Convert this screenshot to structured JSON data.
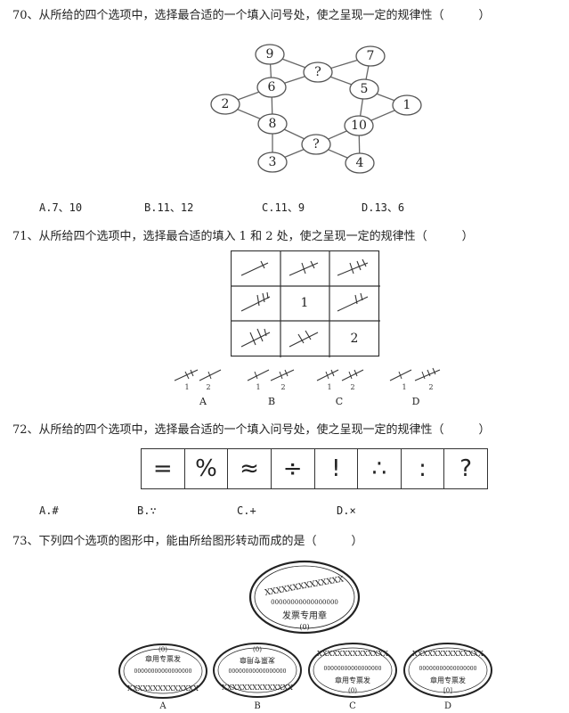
{
  "q70": {
    "text": "70、从所给的四个选项中，选择最合适的一个填入问号处，使之呈现一定的规律性（　　　）",
    "nodes": {
      "n9": "9",
      "n7": "7",
      "top_q": "?",
      "n6": "6",
      "n5": "5",
      "n2": "2",
      "n1": "1",
      "n8": "8",
      "n10": "10",
      "bot_q": "?",
      "n3": "3",
      "n4": "4"
    },
    "options": [
      "A.7、10",
      "B.11、12",
      "C.11、9",
      "D.13、6"
    ]
  },
  "q71": {
    "text": "71、从所给四个选项中，选择最合适的填入 1 和 2 处，使之呈现一定的规律性（　　　）",
    "grid_labels": {
      "c1": "1",
      "c2": "2"
    },
    "option_letters": [
      "A",
      "B",
      "C",
      "D"
    ],
    "sub_labels": [
      "1",
      "2"
    ]
  },
  "q72": {
    "text": "72、从所给的四个选项中，选择最合适的一个填入问号处，使之呈现一定的规律性（　　　）",
    "symbols": [
      "=",
      "%",
      "≈",
      "÷",
      "!",
      "∴",
      ":",
      "?"
    ],
    "options": [
      "A.#",
      "B.∵",
      "C.+",
      "D.×"
    ]
  },
  "q73": {
    "text": "73、下列四个选项的图形中，能由所给图形转动而成的是（　　　）",
    "stamp": {
      "xs": "XXXXXXXXXXXXXX",
      "zeros": "00000000000000000",
      "label": "发票专用章",
      "code": "(0)"
    },
    "option_letters": [
      "A",
      "B",
      "C",
      "D"
    ],
    "opt_texts": {
      "a_label": "章用专票发",
      "b_label": "发票专用章",
      "c_label": "章用专票发",
      "d_label": "章用专票发",
      "a_code": "(0)",
      "b_code": "(0)",
      "c_code": "(0)",
      "d_code": "[0]"
    }
  }
}
